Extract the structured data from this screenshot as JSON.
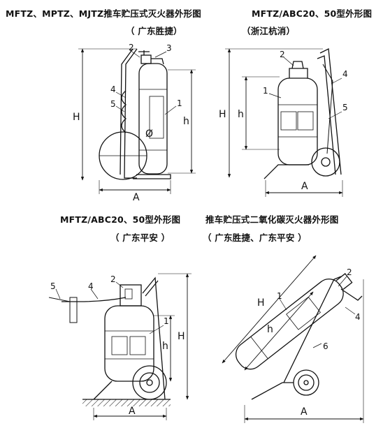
{
  "captions": {
    "fig1_title": "MFTZ、MPTZ、MJTZ推车贮压式灭火器外形图",
    "fig1_sub": "（ 广东胜捷）",
    "fig2_title": "MFTZ/ABC20、50型外形图",
    "fig2_sub": "（浙江杭消）",
    "fig3_title": "MFTZ/ABC20、50型外形图",
    "fig3_sub": "（ 广东平安 ）",
    "fig4_title": "推车贮压式二氧化碳灭火器外形图",
    "fig4_sub": "（ 广东胜捷、广东平安 ）"
  },
  "fig1": {
    "p1": "1",
    "p2": "2",
    "p3": "3",
    "p4": "4",
    "p5": "5",
    "H": "H",
    "h": "h",
    "d": "Ø",
    "A": "A"
  },
  "fig2": {
    "p1": "1",
    "p2": "2",
    "p4": "4",
    "p5": "5",
    "H": "H",
    "h": "h",
    "A": "A"
  },
  "fig3": {
    "p1": "1",
    "p2": "2",
    "p4": "4",
    "p5": "5",
    "H": "H",
    "h": "h",
    "A": "A"
  },
  "fig4": {
    "p1": "1",
    "p2": "2",
    "p4": "4",
    "p6": "6",
    "H": "H",
    "h": "h",
    "A": "A"
  }
}
